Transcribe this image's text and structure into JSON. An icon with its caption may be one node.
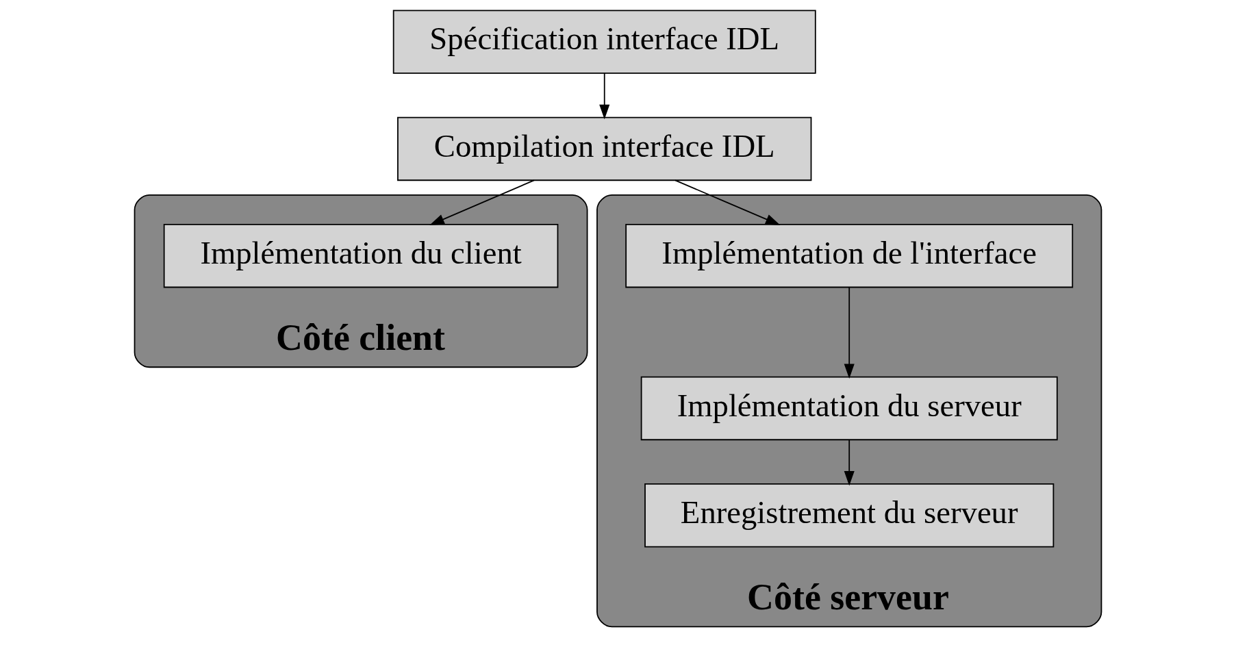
{
  "diagram": {
    "nodes": [
      {
        "text": [
          "Spécification interface IDL"
        ]
      },
      {
        "text": [
          "Compilation interface IDL"
        ]
      },
      {
        "text": [
          "Côté client"
        ]
      },
      {
        "text": [
          "Implémentation du client"
        ],
        "in": 2
      },
      {
        "text": [
          "Côté serveur"
        ]
      },
      {
        "text": [
          "Implémentation de l'interface"
        ],
        "in": 4
      },
      {
        "text": [
          "Implémentation du serveur"
        ],
        "in": 4
      },
      {
        "text": [
          "Enregistrement du serveur"
        ],
        "in": 4
      }
    ],
    "edges": [
      {
        "from": 0,
        "to": 1,
        "arrow": "to"
      },
      {
        "from": 1,
        "to": 3,
        "arrow": "to"
      },
      {
        "from": 1,
        "to": 5,
        "arrow": "to"
      },
      {
        "from": 5,
        "to": 6,
        "arrow": "to"
      },
      {
        "from": 6,
        "to": 7,
        "arrow": "to"
      }
    ]
  }
}
